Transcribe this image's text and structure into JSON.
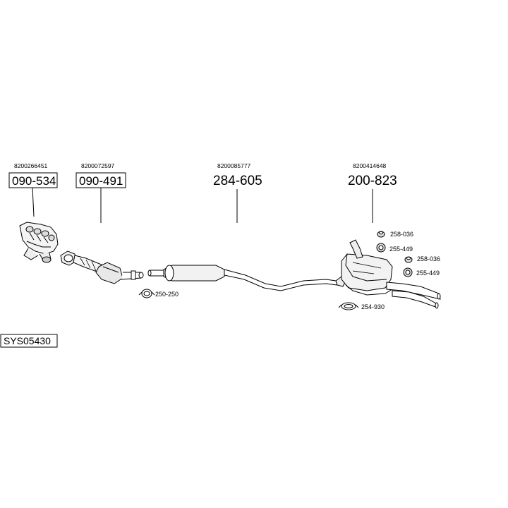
{
  "parts": {
    "p1": {
      "oem": "8200266451",
      "number": "090-534"
    },
    "p2": {
      "oem": "8200072597",
      "number": "090-491"
    },
    "p3": {
      "oem": "8200085777",
      "number": "284-605"
    },
    "p4": {
      "oem": "8200414648",
      "number": "200-823"
    }
  },
  "accessories": {
    "clamp1": "250-250",
    "clamp2": "254-930",
    "mount1": "258-036",
    "mount2": "255-449",
    "mount3": "258-036",
    "mount4": "255-449"
  },
  "system_id": "SYS05430"
}
